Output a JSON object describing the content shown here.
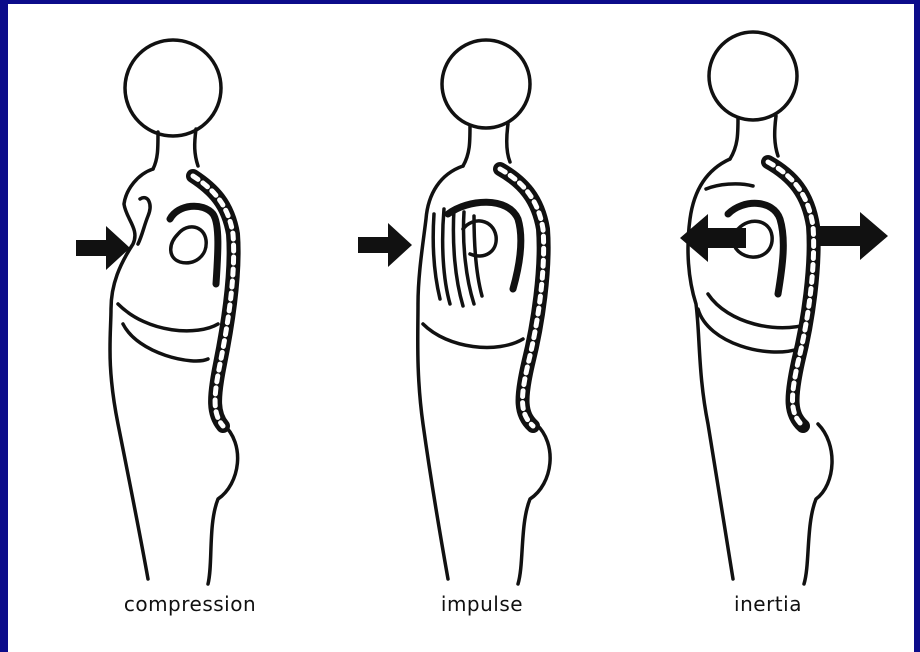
{
  "figure": {
    "captions": {
      "compression": "compression",
      "impulse": "impulse",
      "inertia": "inertia"
    }
  },
  "colors": {
    "background_frame": "#0c0c8a",
    "canvas": "#ffffff",
    "ink": "#111111"
  },
  "icons": {
    "arrow_in": "right-arrow-icon",
    "arrow_out_left": "left-arrow-icon",
    "arrow_out_right": "right-arrow-icon"
  }
}
